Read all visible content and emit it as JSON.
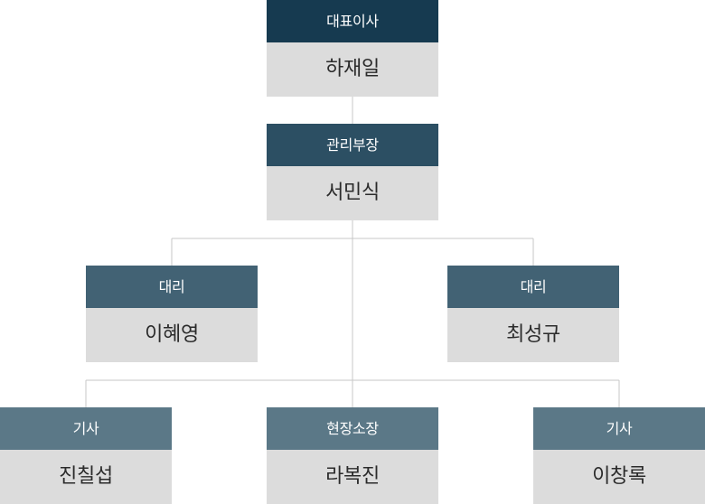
{
  "org_chart": {
    "ceo": {
      "role": "대표이사",
      "name": "하재일"
    },
    "manager": {
      "role": "관리부장",
      "name": "서민식"
    },
    "assistant_left": {
      "role": "대리",
      "name": "이혜영"
    },
    "assistant_right": {
      "role": "대리",
      "name": "최성규"
    },
    "tech_left": {
      "role": "기사",
      "name": "진칠섭"
    },
    "site_chief": {
      "role": "현장소장",
      "name": "라복진"
    },
    "tech_right": {
      "role": "기사",
      "name": "이창록"
    }
  },
  "colors": {
    "level1_header": "#163a50",
    "level2_header": "#2c4f63",
    "level3_header": "#426274",
    "level4_header": "#5b7887",
    "name_background": "#dcdcdc",
    "connector": "#c7c7c7"
  }
}
